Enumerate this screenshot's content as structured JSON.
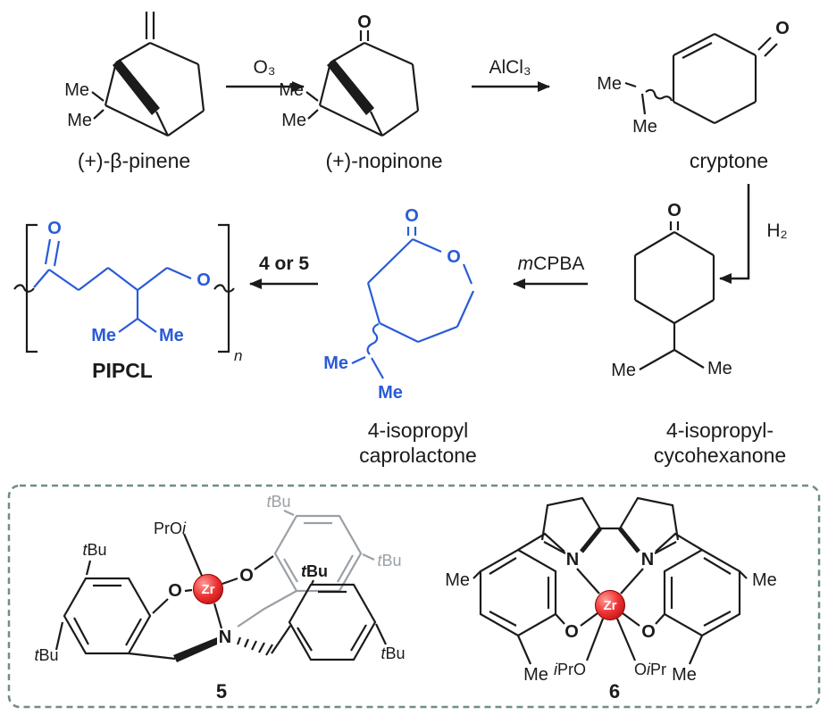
{
  "colors": {
    "structure_blue": "#2a5bd7",
    "ink": "#1b1b1b",
    "ghost_gray": "#9aa0a6",
    "box_dash": "#6f8d8a",
    "zr_sphere_red": "#d42020"
  },
  "scheme": {
    "pinene": {
      "me": "Me",
      "caption": "(+)-β-pinene"
    },
    "arrow_o3": {
      "label": "O₃"
    },
    "nopinone": {
      "o": "O",
      "me": "Me",
      "caption": "(+)-nopinone"
    },
    "arrow_alcl3": {
      "label": "AlCl₃"
    },
    "cryptone": {
      "o": "O",
      "me": "Me",
      "caption": "cryptone"
    },
    "arrow_h2": {
      "label": "H₂"
    },
    "cyclohexanone": {
      "o": "O",
      "me": "Me",
      "caption1": "4-isopropyl-",
      "caption2": "cycohexanone"
    },
    "arrow_mcpba": {
      "italic": "m",
      "rest": "CPBA"
    },
    "caprolactone": {
      "o_carbonyl": "O",
      "o_ring": "O",
      "me": "Me",
      "caption1": "4-isopropyl",
      "caption2": "caprolactone"
    },
    "arrow_cat": {
      "label": "4 or 5"
    },
    "pipcl": {
      "o_carbonyl": "O",
      "o_chain": "O",
      "me": "Me",
      "n": "n",
      "caption": "PIPCL"
    }
  },
  "catalysts": {
    "c5": {
      "alkoxide_main": "PrO",
      "alkoxide_italic": "i",
      "zr": "Zr",
      "o": "O",
      "n": "N",
      "tbu_t": "t",
      "tbu_bu": "Bu",
      "label": "5"
    },
    "c6": {
      "n": "N",
      "zr": "Zr",
      "o": "O",
      "ipro_italic": "i",
      "ipro_rest": "PrO",
      "oipr_o": "O",
      "oipr_italic": "i",
      "oipr_rest": "Pr",
      "me": "Me",
      "label": "6"
    }
  }
}
